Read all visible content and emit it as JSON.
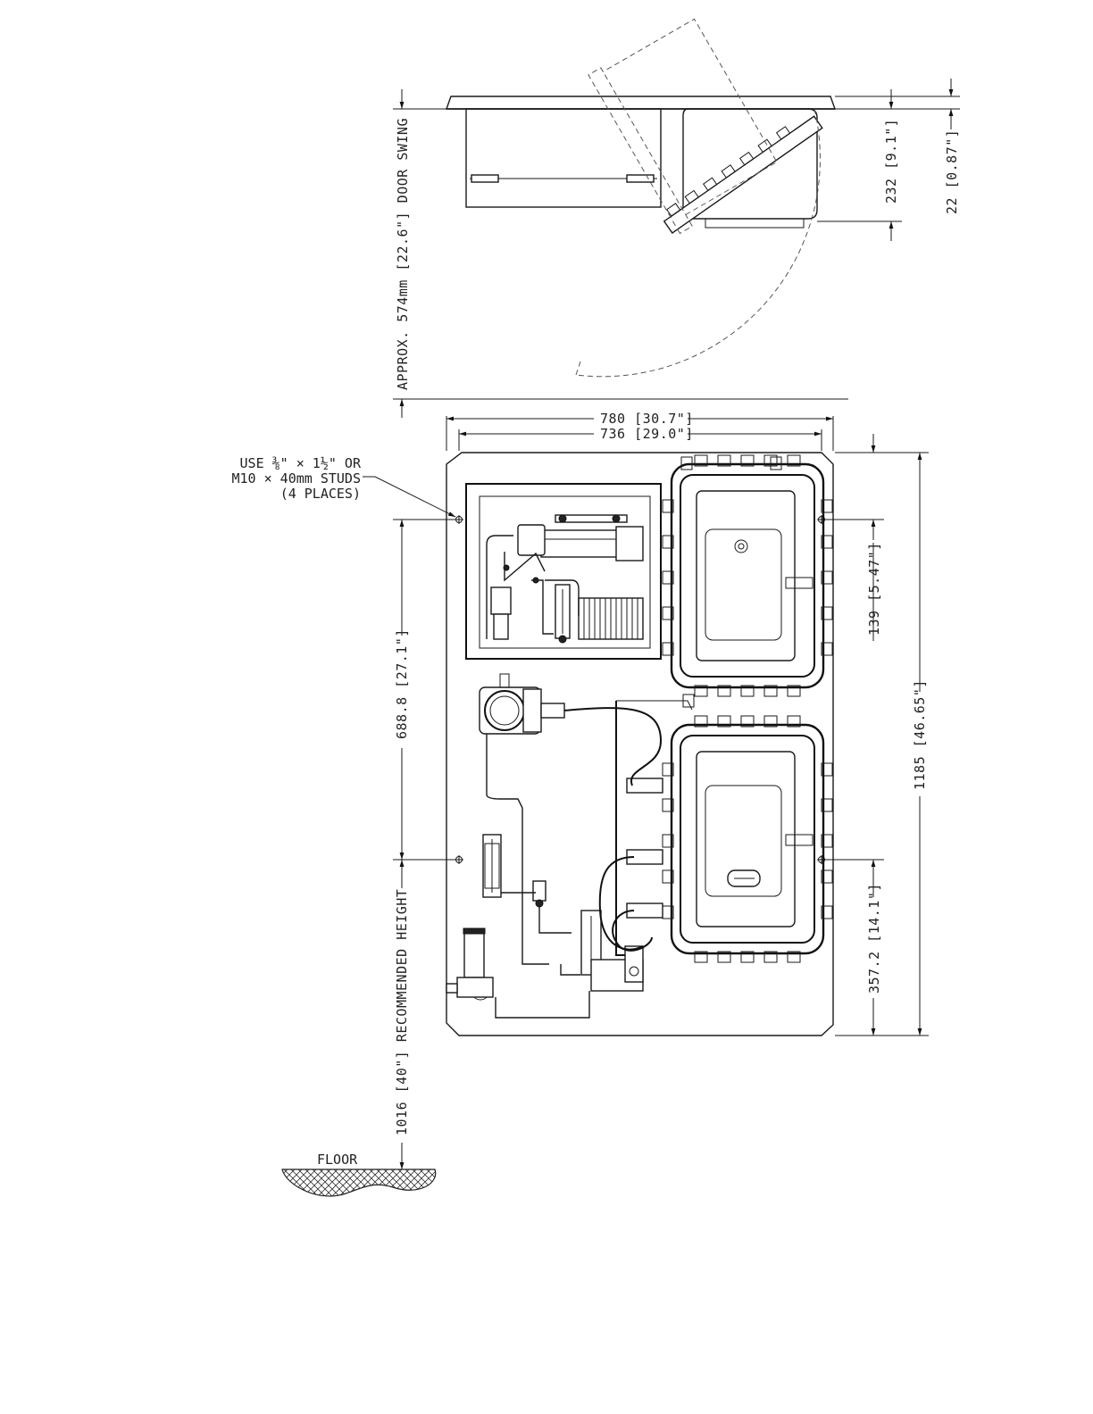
{
  "dimensions": {
    "door_swing": "APPROX. 574mm [22.6\"] DOOR SWING",
    "depth_232": "232 [9.1\"]",
    "depth_22": "22 [0.87\"]",
    "width_780": "780 [30.7\"]",
    "width_736": "736 [29.0\"]",
    "height_688": "688.8 [27.1\"]",
    "height_139": "139 [5.47\"]",
    "height_1185": "1185 [46.65\"]",
    "height_357": "357.2 [14.1\"]",
    "recommended_height": "1016 [40\"] RECOMMENDED HEIGHT"
  },
  "notes": {
    "studs_line1": "USE ⅜\" × 1½\" OR",
    "studs_line2": "M10 × 40mm STUDS",
    "studs_line3": "(4 PLACES)"
  },
  "floor_label": "FLOOR"
}
